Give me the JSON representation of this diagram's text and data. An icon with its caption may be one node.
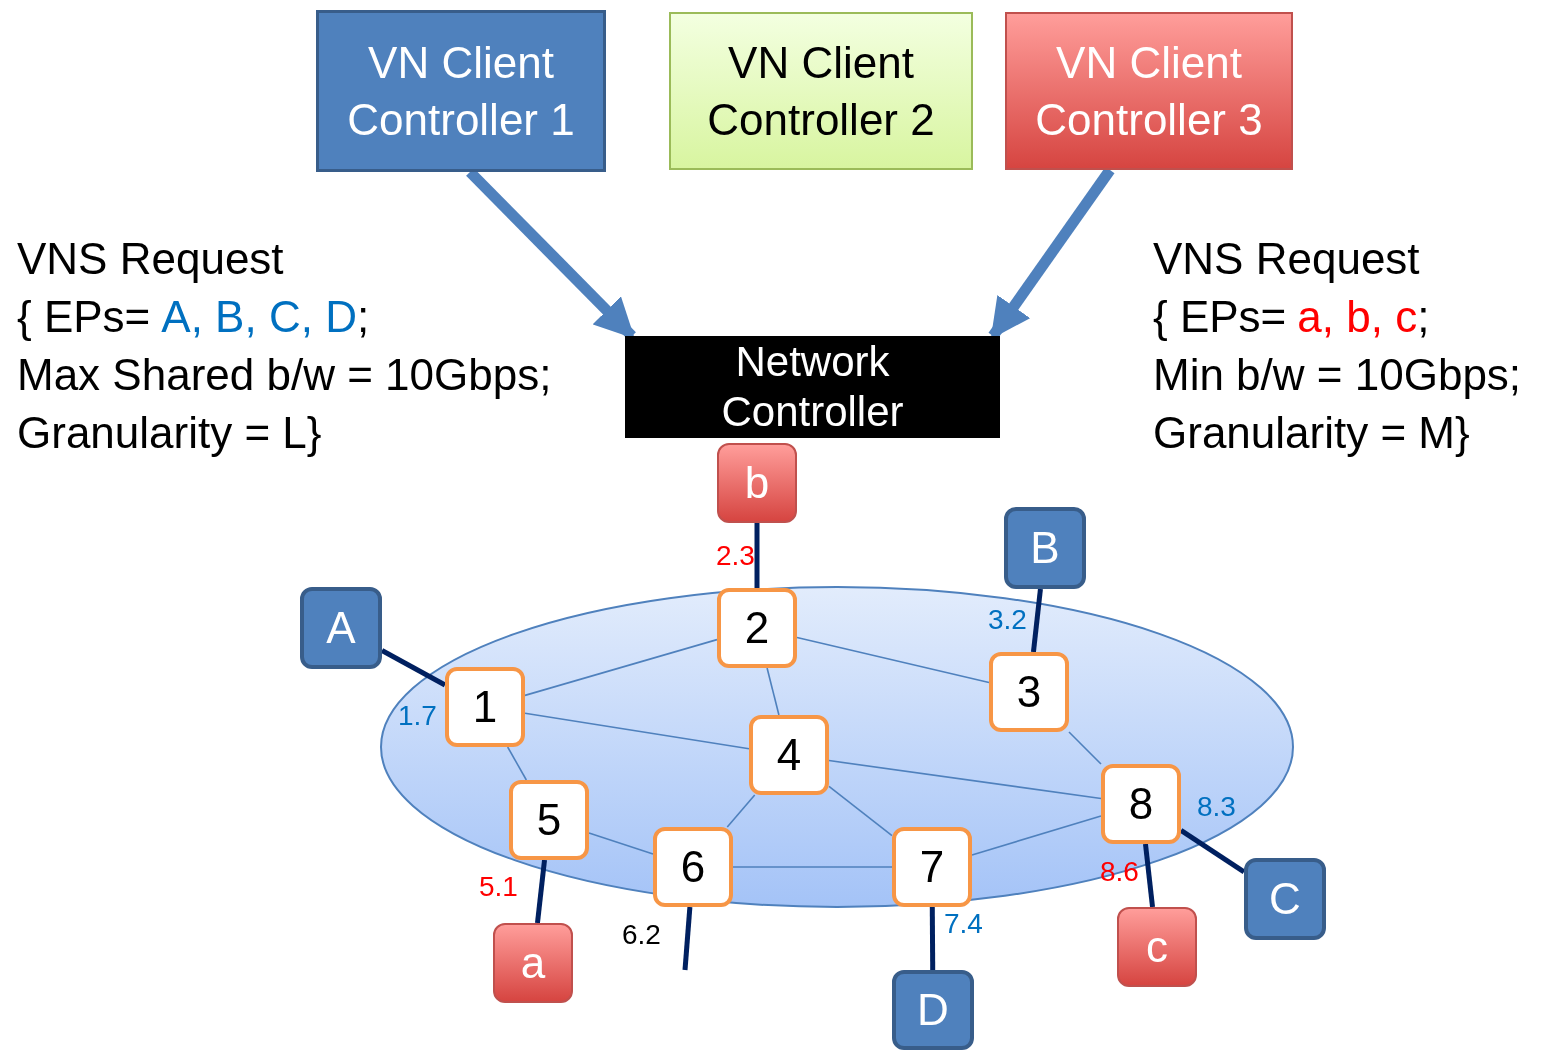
{
  "diagram": {
    "nodes": [
      {
        "text": [
          "VN Client Controller 1"
        ]
      },
      {
        "text": [
          "VN Client Controller 2"
        ]
      },
      {
        "text": [
          "VN Client Controller 3"
        ]
      },
      {
        "text": [
          "Network Controller"
        ]
      },
      {
        "text": [
          "1"
        ]
      },
      {
        "text": [
          "2"
        ]
      },
      {
        "text": [
          "3"
        ]
      },
      {
        "text": [
          "4"
        ]
      },
      {
        "text": [
          "5"
        ]
      },
      {
        "text": [
          "6"
        ]
      },
      {
        "text": [
          "7"
        ]
      },
      {
        "text": [
          "8"
        ]
      },
      {
        "text": [
          "A"
        ]
      },
      {
        "text": [
          "B"
        ]
      },
      {
        "text": [
          "C"
        ]
      },
      {
        "text": [
          "D"
        ]
      },
      {
        "text": [
          "a"
        ]
      },
      {
        "text": [
          "b"
        ]
      },
      {
        "text": [
          "c"
        ]
      }
    ],
    "edges": [
      {
        "from": 0,
        "to": 3,
        "arrow": "to",
        "style": "thick"
      },
      {
        "from": 2,
        "to": 3,
        "arrow": "to",
        "style": "thick"
      },
      {
        "from": 4,
        "to": 5,
        "arrow": "none"
      },
      {
        "from": 4,
        "to": 7,
        "arrow": "none"
      },
      {
        "from": 4,
        "to": 8,
        "arrow": "none"
      },
      {
        "from": 5,
        "to": 7,
        "arrow": "none"
      },
      {
        "from": 5,
        "to": 6,
        "arrow": "none"
      },
      {
        "from": 6,
        "to": 11,
        "arrow": "none"
      },
      {
        "from": 7,
        "to": 11,
        "arrow": "none"
      },
      {
        "from": 7,
        "to": 9,
        "arrow": "none"
      },
      {
        "from": 7,
        "to": 10,
        "arrow": "none"
      },
      {
        "from": 8,
        "to": 9,
        "arrow": "none"
      },
      {
        "from": 9,
        "to": 10,
        "arrow": "none"
      },
      {
        "from": 10,
        "to": 11,
        "arrow": "none"
      },
      {
        "from": 12,
        "to": 4,
        "arrow": "none",
        "label": "1.7",
        "style": "thick",
        "color": "#002060"
      },
      {
        "from": 17,
        "to": 5,
        "arrow": "none",
        "label": "2.3",
        "style": "thick",
        "color": "#002060"
      },
      {
        "from": 13,
        "to": 6,
        "arrow": "none",
        "label": "3.2",
        "style": "thick",
        "color": "#002060"
      },
      {
        "from": 16,
        "to": 8,
        "arrow": "none",
        "label": "5.1",
        "style": "thick",
        "color": "#002060"
      },
      {
        "from": 9,
        "to": null,
        "arrow": "none",
        "label": "6.2",
        "style": "thick",
        "color": "#002060"
      },
      {
        "from": 15,
        "to": 10,
        "arrow": "none",
        "label": "7.4",
        "style": "thick",
        "color": "#002060"
      },
      {
        "from": 14,
        "to": 11,
        "arrow": "none",
        "label": "8.3",
        "style": "thick",
        "color": "#002060"
      },
      {
        "from": 18,
        "to": 11,
        "arrow": "none",
        "label": "8.6",
        "style": "thick",
        "color": "#002060"
      }
    ],
    "labels": [
      "VNS Request",
      "{ EPs=",
      "A, B, C, D",
      ";",
      "Max Shared b/w = 10Gbps;",
      "Granularity = L}",
      "VNS Request",
      "{ EPs=",
      "a, b, c",
      ";",
      "Min b/w = 10Gbps;",
      "Granularity = M}"
    ]
  }
}
